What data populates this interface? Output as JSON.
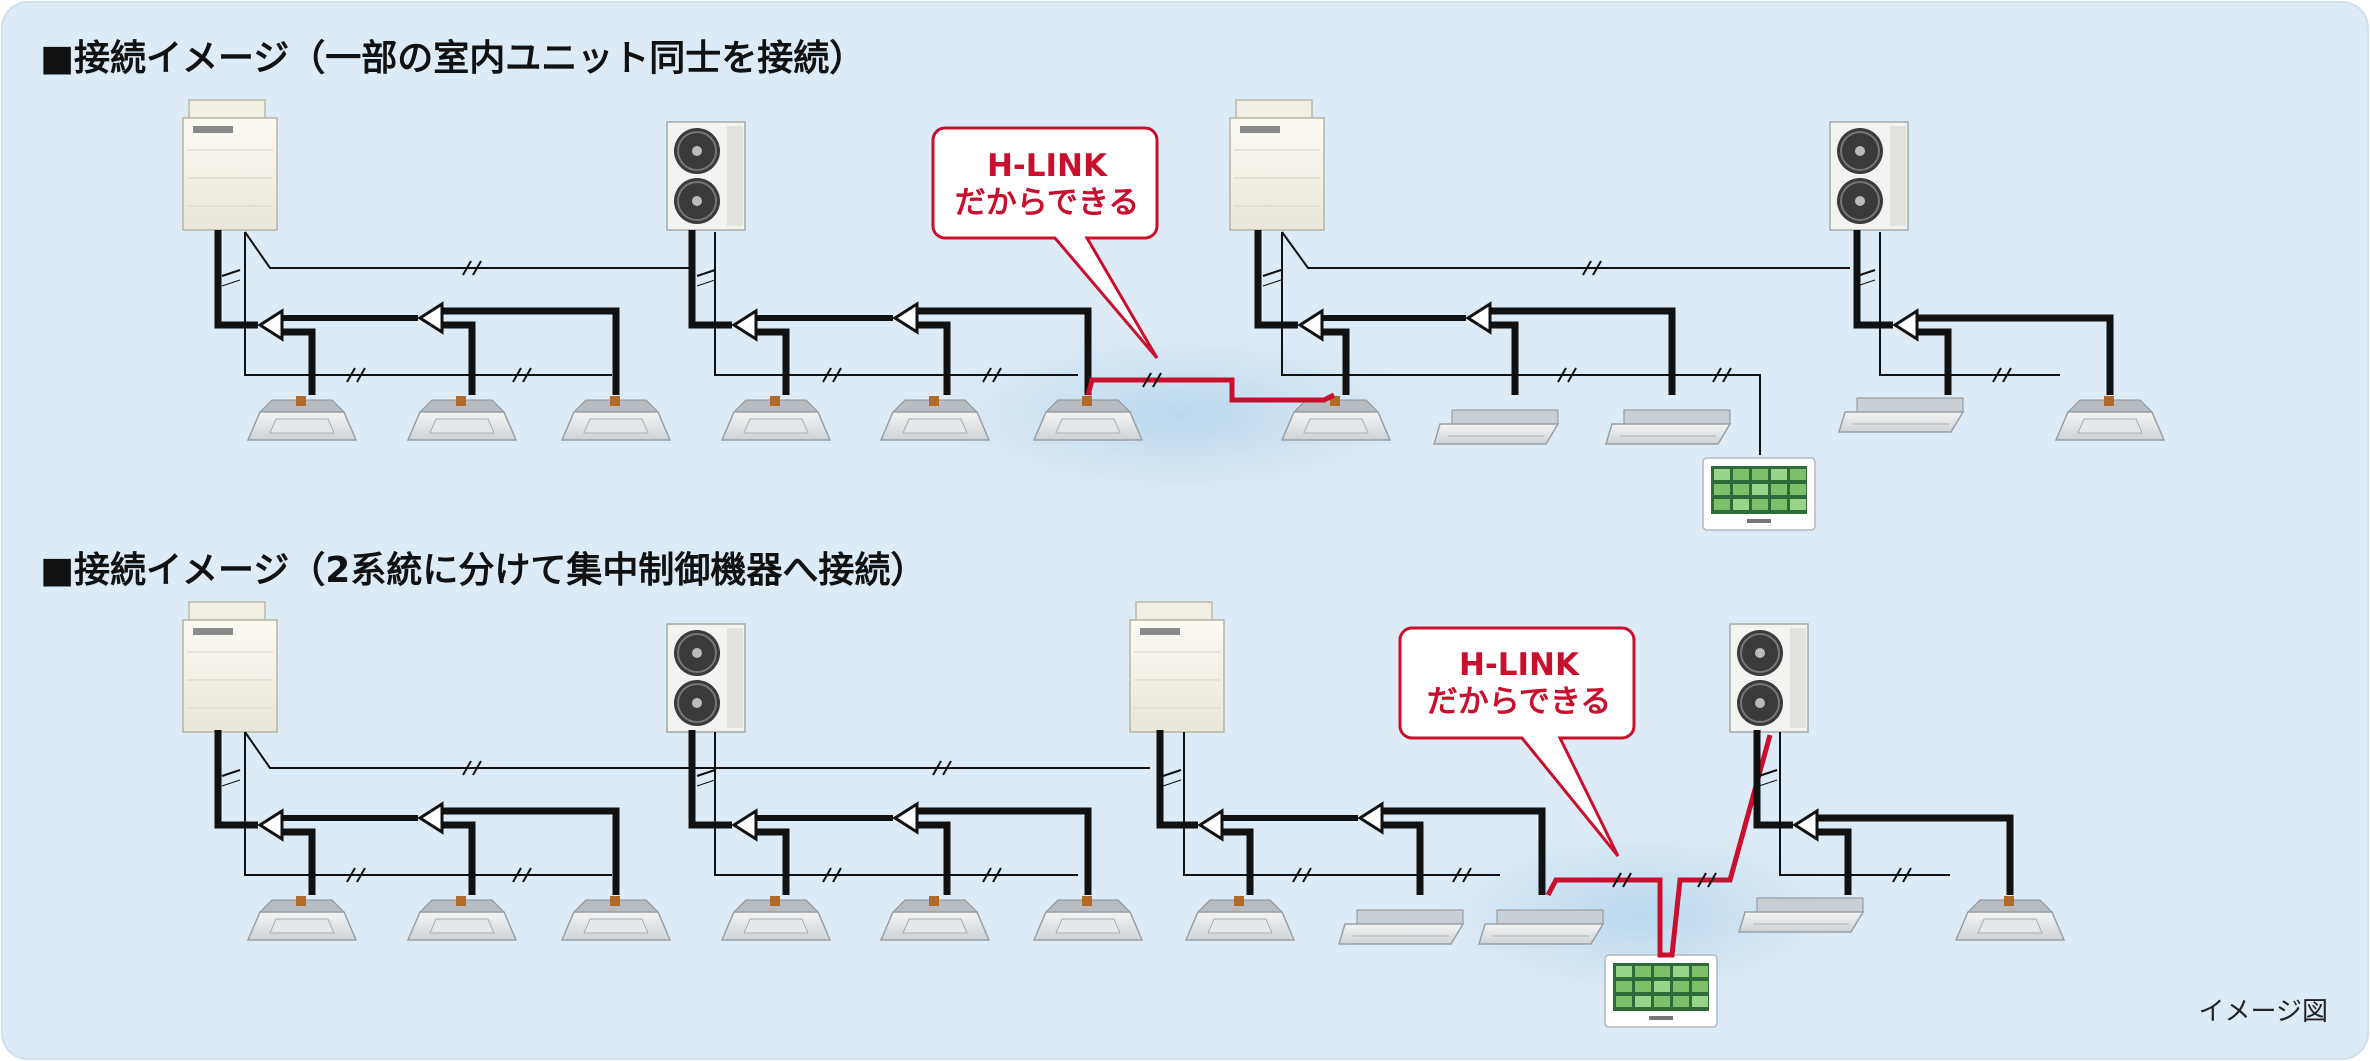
{
  "diagram": {
    "section1_title": "■接続イメージ（一部の室内ユニット同士を接続）",
    "section2_title": "■接続イメージ（2系統に分けて集中制御機器へ接続）",
    "callout_line1": "H-LINK",
    "callout_line2": "だからできる",
    "caption": "イメージ図",
    "colors": {
      "background": "#dcebf5",
      "highlight_line": "#c8102e",
      "pipe": "#111111"
    }
  }
}
